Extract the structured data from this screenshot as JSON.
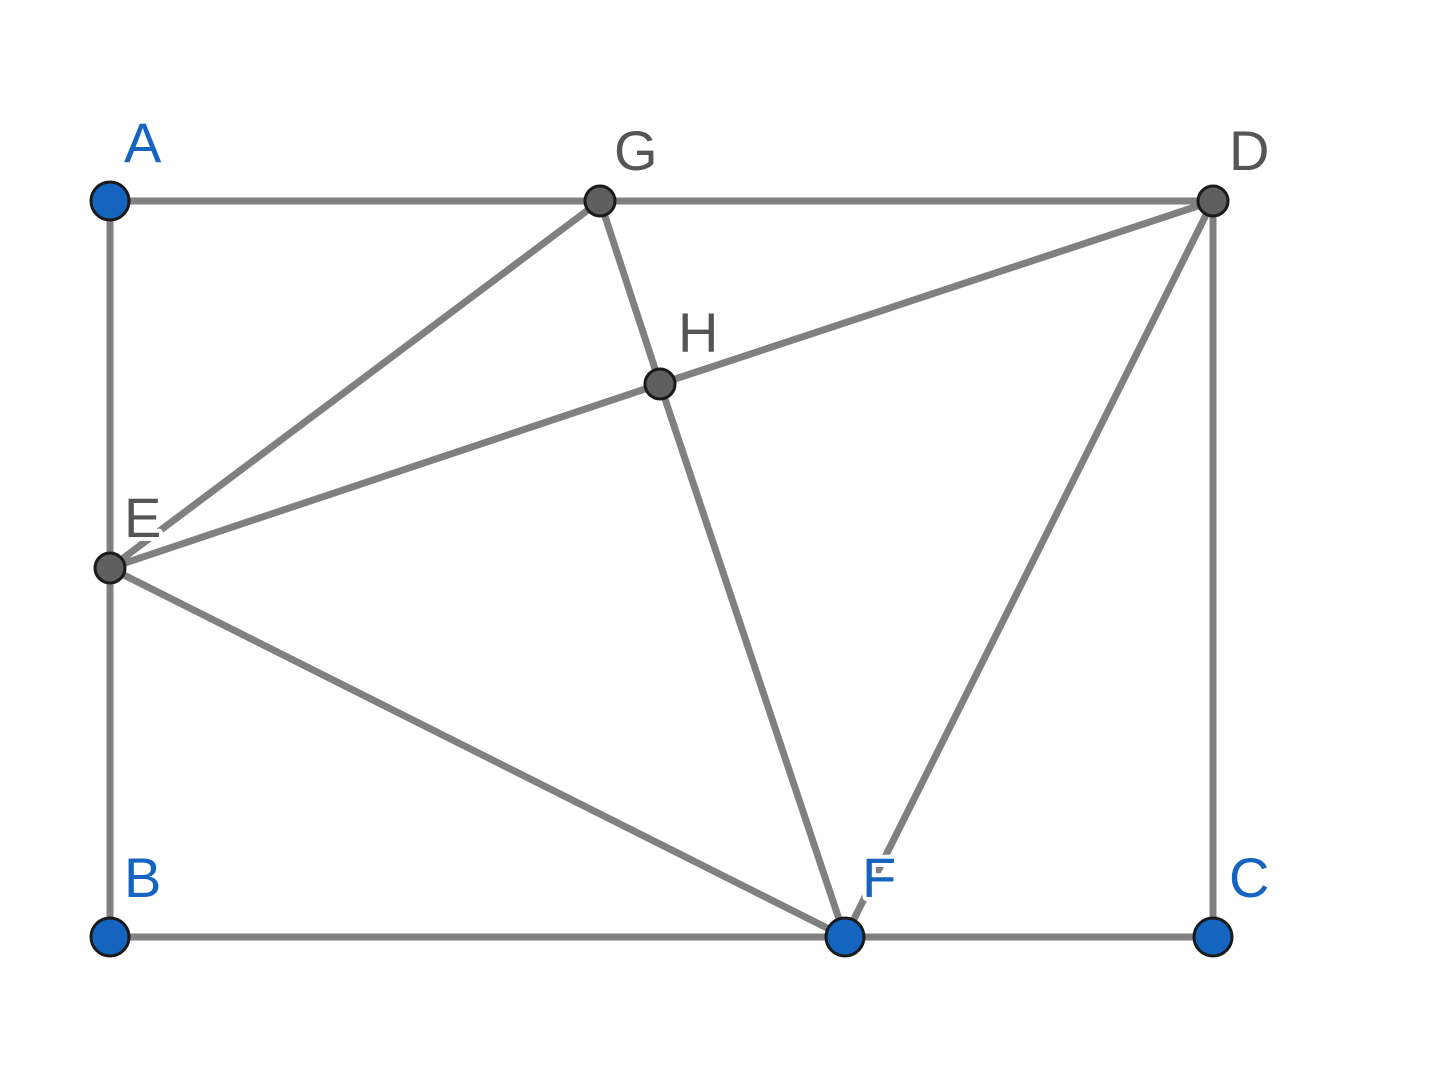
{
  "colors": {
    "segment": "#808080",
    "free_point": "#1565C0",
    "dependent_point": "#5f5f5f",
    "free_label": "#1565C0",
    "dependent_label": "#555555",
    "point_outline": "#1a1a1a",
    "background": "#ffffff"
  },
  "points": [
    {
      "id": "A",
      "label": "A",
      "kind": "free"
    },
    {
      "id": "B",
      "label": "B",
      "kind": "free"
    },
    {
      "id": "C",
      "label": "C",
      "kind": "free"
    },
    {
      "id": "D",
      "label": "D",
      "kind": "dependent"
    },
    {
      "id": "E",
      "label": "E",
      "kind": "dependent"
    },
    {
      "id": "F",
      "label": "F",
      "kind": "free"
    },
    {
      "id": "G",
      "label": "G",
      "kind": "dependent"
    },
    {
      "id": "H",
      "label": "H",
      "kind": "dependent"
    }
  ],
  "segments": [
    [
      "A",
      "G"
    ],
    [
      "G",
      "D"
    ],
    [
      "A",
      "E"
    ],
    [
      "E",
      "B"
    ],
    [
      "B",
      "F"
    ],
    [
      "F",
      "C"
    ],
    [
      "D",
      "C"
    ],
    [
      "E",
      "G"
    ],
    [
      "E",
      "H"
    ],
    [
      "H",
      "D"
    ],
    [
      "G",
      "H"
    ],
    [
      "H",
      "F"
    ],
    [
      "E",
      "F"
    ],
    [
      "D",
      "F"
    ]
  ]
}
